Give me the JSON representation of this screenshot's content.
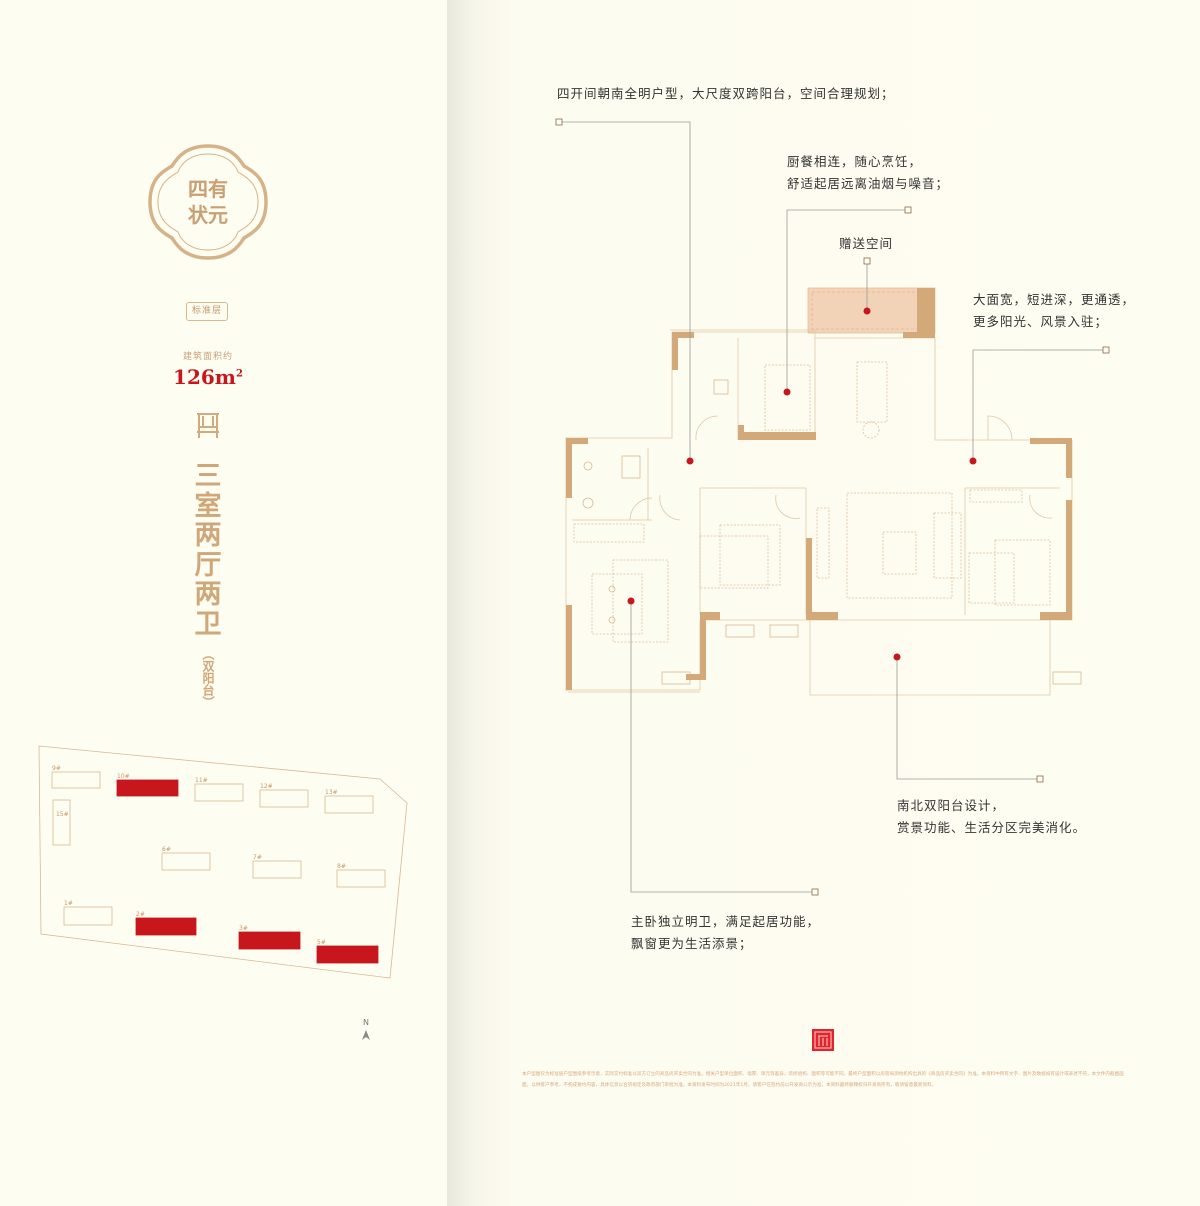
{
  "brand": {
    "logo_text": "四有状元"
  },
  "unit": {
    "floor_type": "标准层",
    "area_label": "建筑面积约",
    "area_value": "126m",
    "area_unit_sup": "2",
    "layout_title": "三室两厅两卫",
    "layout_subtitle": "（双阳台）"
  },
  "site_plan": {
    "north_label": "N",
    "buildings": [
      {
        "label": "9#",
        "highlighted": false
      },
      {
        "label": "10#",
        "highlighted": true
      },
      {
        "label": "11#",
        "highlighted": false
      },
      {
        "label": "12#",
        "highlighted": false
      },
      {
        "label": "13#",
        "highlighted": false
      },
      {
        "label": "15#",
        "highlighted": false
      },
      {
        "label": "6#",
        "highlighted": false
      },
      {
        "label": "7#",
        "highlighted": false
      },
      {
        "label": "8#",
        "highlighted": false
      },
      {
        "label": "1#",
        "highlighted": false
      },
      {
        "label": "2#",
        "highlighted": true
      },
      {
        "label": "3#",
        "highlighted": true
      },
      {
        "label": "5#",
        "highlighted": true
      }
    ]
  },
  "annotations": {
    "a1": {
      "line1": "四开间朝南全明户型，大尺度双跨阳台，空间合理规划；"
    },
    "a2": {
      "line1": "厨餐相连，随心烹饪，",
      "line2": "舒适起居远离油烟与噪音；"
    },
    "a3": {
      "line1": "赠送空间"
    },
    "a4": {
      "line1": "大面宽，短进深，更通透，",
      "line2": "更多阳光、风景入驻；"
    },
    "a5": {
      "line1": "南北双阳台设计，",
      "line2": "赏景功能、生活分区完美消化。"
    },
    "a6": {
      "line1": "主卧独立明卫，满足起居功能，",
      "line2": "飘窗更为生活添景；"
    }
  },
  "disclaimer": "本户型图仅为标准层户型图纸参考示意，实际交付标准以双方订立的商品房买卖合同为准。相关户型单位面积、墙厚、单元等差异，装修组构、面积等可能不同。最终户型面积以房管局测绘机构出具的《商品房买卖合同》为准。本资料中所有文字、图片及数据如有设计或表述不符，本文件内截图画面，以供客户参考，不构成要约内容，具体信息以合同规定及政府部门审批为准。本资料发布时间为2021年1月，请客户在签约前以开发商公示为准，本资料最终解释权归开发商所有，敬请留意最新资料。",
  "colors": {
    "accent_red": "#c8161d",
    "gold": "#d2aa7c",
    "background": "#fefdf1",
    "gift_area": "#f2d3b8"
  }
}
